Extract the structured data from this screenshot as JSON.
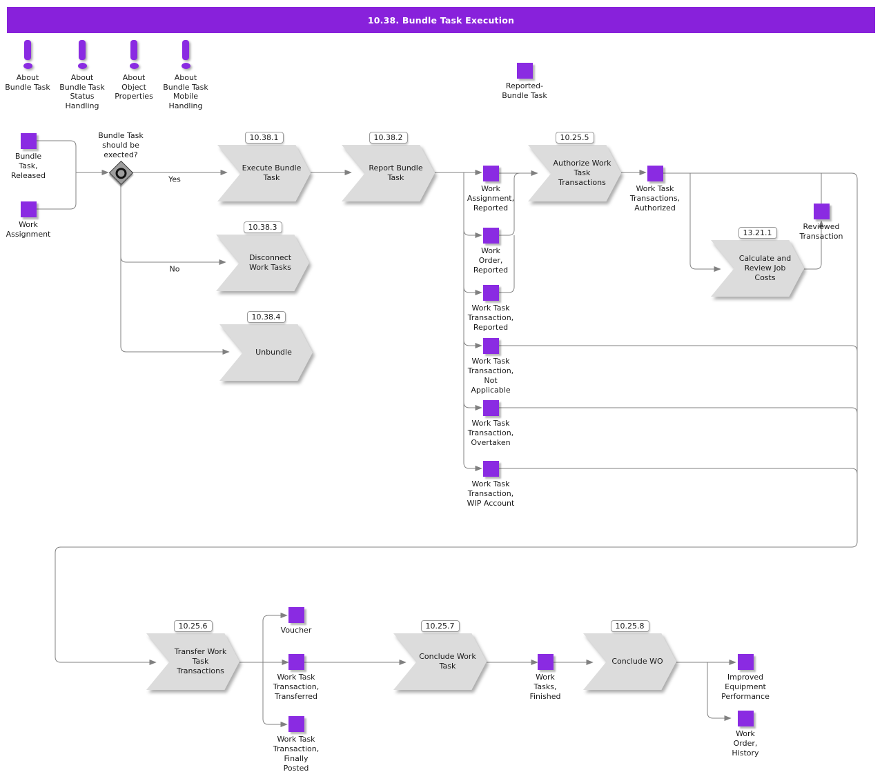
{
  "title": "10.38. Bundle Task Execution",
  "colors": {
    "header_bar": "#8821DB",
    "event_purple": "#8A2BE2",
    "activity_fill": "#DCDCDC",
    "connector": "#808080"
  },
  "about_links": [
    {
      "label": "About\nBundle Task"
    },
    {
      "label": "About\nBundle Task\nStatus\nHandling"
    },
    {
      "label": "About\nObject\nProperties"
    },
    {
      "label": "About\nBundle Task\nMobile\nHandling"
    }
  ],
  "decision": {
    "question": "Bundle Task\nshould be\nexected?",
    "yes_label": "Yes",
    "no_label": "No"
  },
  "activities": {
    "execute_bundle_task": {
      "ref": "10.38.1",
      "label": "Execute Bundle\nTask"
    },
    "report_bundle_task": {
      "ref": "10.38.2",
      "label": "Report Bundle\nTask"
    },
    "disconnect_work_tasks": {
      "ref": "10.38.3",
      "label": "Disconnect\nWork Tasks"
    },
    "unbundle": {
      "ref": "10.38.4",
      "label": "Unbundle"
    },
    "authorize_work_task_transactions": {
      "ref": "10.25.5",
      "label": "Authorize Work\nTask\nTransactions"
    },
    "calculate_review_job_costs": {
      "ref": "13.21.1",
      "label": "Calculate and\nReview Job\nCosts"
    },
    "transfer_work_task_transactions": {
      "ref": "10.25.6",
      "label": "Transfer Work\nTask\nTransactions"
    },
    "conclude_work_task": {
      "ref": "10.25.7",
      "label": "Conclude Work\nTask"
    },
    "conclude_wo": {
      "ref": "10.25.8",
      "label": "Conclude WO"
    }
  },
  "events": {
    "reported_bundle_task": {
      "label": "Reported-\nBundle Task"
    },
    "bundle_task_released": {
      "label": "Bundle\nTask,\nReleased"
    },
    "work_assignment": {
      "label": "Work\nAssignment"
    },
    "work_assignment_reported": {
      "label": "Work\nAssignment,\nReported"
    },
    "work_order_reported": {
      "label": "Work\nOrder,\nReported"
    },
    "work_task_transaction_reported": {
      "label": "Work Task\nTransaction,\nReported"
    },
    "work_task_transaction_not_applicable": {
      "label": "Work Task\nTransaction,\nNot\nApplicable"
    },
    "work_task_transaction_overtaken": {
      "label": "Work Task\nTransaction,\nOvertaken"
    },
    "work_task_transaction_wip_account": {
      "label": "Work Task\nTransaction,\nWIP Account"
    },
    "work_task_transactions_authorized": {
      "label": "Work Task\nTransactions,\nAuthorized"
    },
    "reviewed_transaction": {
      "label": "Reviewed\nTransaction"
    },
    "voucher": {
      "label": "Voucher"
    },
    "work_task_transaction_transferred": {
      "label": "Work Task\nTransaction,\nTransferred"
    },
    "work_task_transaction_finally_posted": {
      "label": "Work Task\nTransaction,\nFinally\nPosted"
    },
    "work_tasks_finished": {
      "label": "Work\nTasks,\nFinished"
    },
    "improved_equipment_performance": {
      "label": "Improved\nEquipment\nPerformance"
    },
    "work_order_history": {
      "label": "Work\nOrder,\nHistory"
    }
  }
}
